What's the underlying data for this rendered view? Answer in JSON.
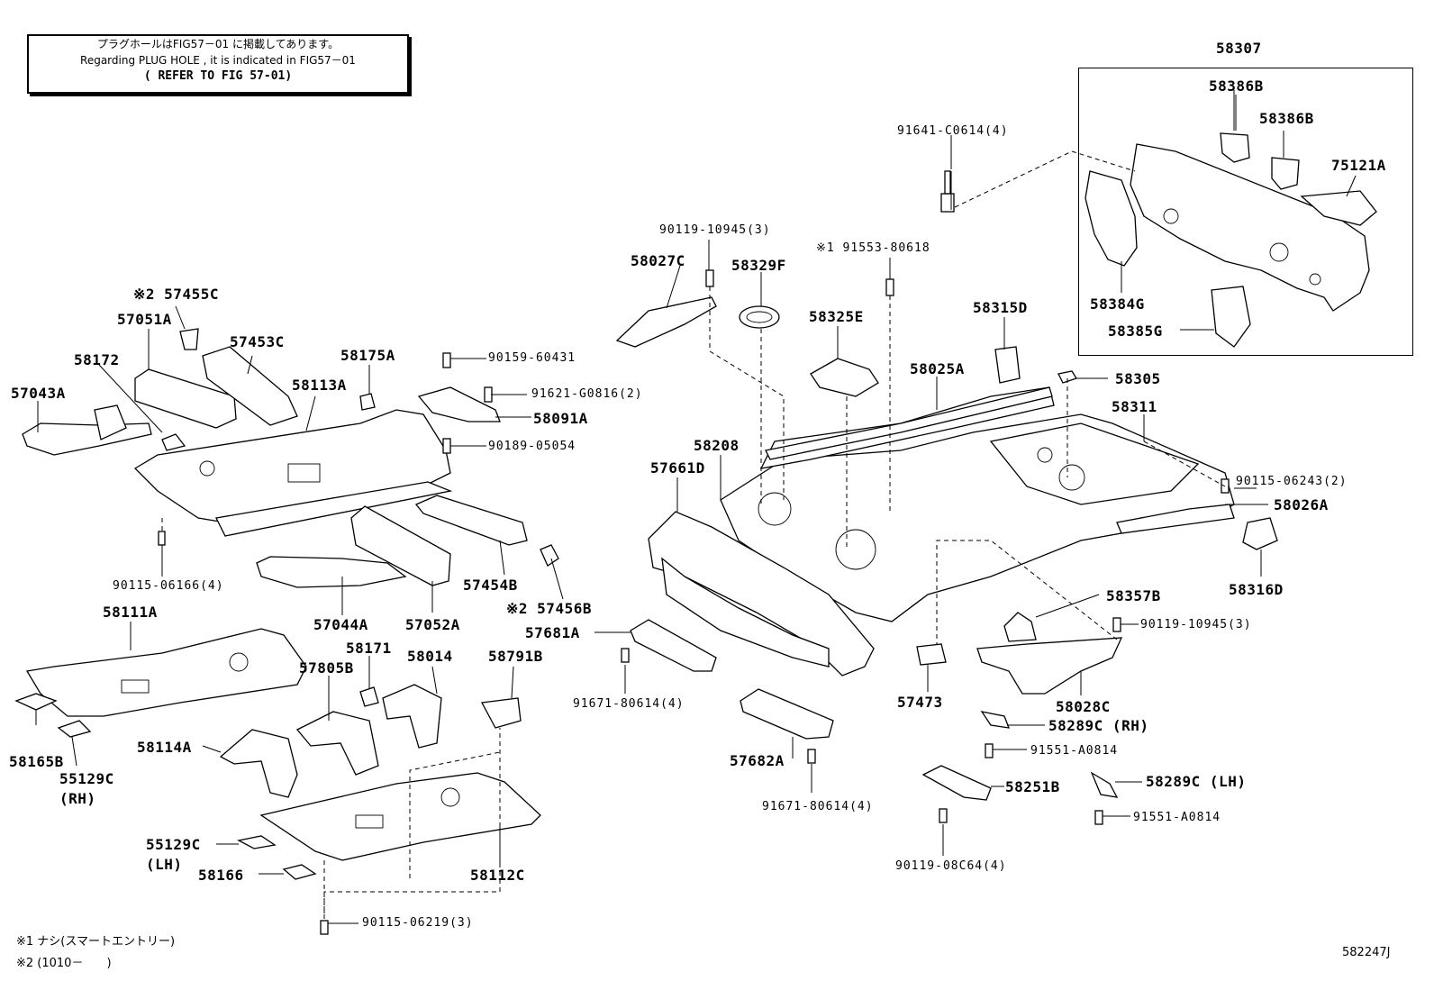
{
  "note": {
    "line1": "プラグホールはFIG57－01 に掲載してあります。",
    "line2": "Regarding PLUG HOLE , it is indicated in FIG57－01",
    "line3": "( REFER TO FIG 57-01)"
  },
  "labels": [
    {
      "id": "58307",
      "text": "58307",
      "size": "lg"
    },
    {
      "id": "58386B_a",
      "text": "58386B",
      "size": "lg"
    },
    {
      "id": "58386B_b",
      "text": "58386B",
      "size": "lg"
    },
    {
      "id": "75121A",
      "text": "75121A",
      "size": "lg"
    },
    {
      "id": "58384G",
      "text": "58384G",
      "size": "lg"
    },
    {
      "id": "58385G",
      "text": "58385G",
      "size": "lg"
    },
    {
      "id": "91641",
      "text": "91641-C0614(4)",
      "size": "sm"
    },
    {
      "id": "90119_a",
      "text": "90119-10945(3)",
      "size": "sm"
    },
    {
      "id": "91553",
      "text": "※1 91553-80618",
      "size": "sm"
    },
    {
      "id": "58027C",
      "text": "58027C",
      "size": "lg"
    },
    {
      "id": "58329F",
      "text": "58329F",
      "size": "lg"
    },
    {
      "id": "58325E",
      "text": "58325E",
      "size": "lg"
    },
    {
      "id": "58315D",
      "text": "58315D",
      "size": "lg"
    },
    {
      "id": "58025A",
      "text": "58025A",
      "size": "lg"
    },
    {
      "id": "58305",
      "text": "58305",
      "size": "lg"
    },
    {
      "id": "58311",
      "text": "58311",
      "size": "lg"
    },
    {
      "id": "90115_r",
      "text": "90115-06243(2)",
      "size": "sm"
    },
    {
      "id": "58026A",
      "text": "58026A",
      "size": "lg"
    },
    {
      "id": "58316D",
      "text": "58316D",
      "size": "lg"
    },
    {
      "id": "58208",
      "text": "58208",
      "size": "lg"
    },
    {
      "id": "57661D",
      "text": "57661D",
      "size": "lg"
    },
    {
      "id": "57455C",
      "text": "※2 57455C",
      "size": "lg"
    },
    {
      "id": "57051A",
      "text": "57051A",
      "size": "lg"
    },
    {
      "id": "57453C",
      "text": "57453C",
      "size": "lg"
    },
    {
      "id": "58172",
      "text": "58172",
      "size": "lg"
    },
    {
      "id": "58175A",
      "text": "58175A",
      "size": "lg"
    },
    {
      "id": "90159",
      "text": "90159-60431",
      "size": "sm"
    },
    {
      "id": "57043A",
      "text": "57043A",
      "size": "lg"
    },
    {
      "id": "58113A",
      "text": "58113A",
      "size": "lg"
    },
    {
      "id": "91621",
      "text": "91621-G0816(2)",
      "size": "sm"
    },
    {
      "id": "58091A",
      "text": "58091A",
      "size": "lg"
    },
    {
      "id": "90189",
      "text": "90189-05054",
      "size": "sm"
    },
    {
      "id": "90115_l",
      "text": "90115-06166(4)",
      "size": "sm"
    },
    {
      "id": "57454B",
      "text": "57454B",
      "size": "lg"
    },
    {
      "id": "57456B",
      "text": "※2 57456B",
      "size": "lg"
    },
    {
      "id": "57044A",
      "text": "57044A",
      "size": "lg"
    },
    {
      "id": "57052A",
      "text": "57052A",
      "size": "lg"
    },
    {
      "id": "58111A",
      "text": "58111A",
      "size": "lg"
    },
    {
      "id": "57681A",
      "text": "57681A",
      "size": "lg"
    },
    {
      "id": "58171",
      "text": "58171",
      "size": "lg"
    },
    {
      "id": "58014",
      "text": "58014",
      "size": "lg"
    },
    {
      "id": "58791B",
      "text": "58791B",
      "size": "lg"
    },
    {
      "id": "57805B",
      "text": "57805B",
      "size": "lg"
    },
    {
      "id": "91671_a",
      "text": "91671-80614(4)",
      "size": "sm"
    },
    {
      "id": "58357B",
      "text": "58357B",
      "size": "lg"
    },
    {
      "id": "90119_b",
      "text": "90119-10945(3)",
      "size": "sm"
    },
    {
      "id": "57473",
      "text": "57473",
      "size": "lg"
    },
    {
      "id": "58028C",
      "text": "58028C",
      "size": "lg"
    },
    {
      "id": "58289C_rh",
      "text": "58289C (RH)",
      "size": "lg"
    },
    {
      "id": "91551_a",
      "text": "91551-A0814",
      "size": "sm"
    },
    {
      "id": "58165B",
      "text": "58165B",
      "size": "lg"
    },
    {
      "id": "55129C_rh",
      "text": "55129C",
      "size": "lg"
    },
    {
      "id": "rh",
      "text": "(RH)",
      "size": "lg"
    },
    {
      "id": "58114A",
      "text": "58114A",
      "size": "lg"
    },
    {
      "id": "57682A",
      "text": "57682A",
      "size": "lg"
    },
    {
      "id": "58251B",
      "text": "58251B",
      "size": "lg"
    },
    {
      "id": "58289C_lh",
      "text": "58289C (LH)",
      "size": "lg"
    },
    {
      "id": "91671_b",
      "text": "91671-80614(4)",
      "size": "sm"
    },
    {
      "id": "91551_b",
      "text": "91551-A0814",
      "size": "sm"
    },
    {
      "id": "55129C_lh",
      "text": "55129C",
      "size": "lg"
    },
    {
      "id": "lh",
      "text": "(LH)",
      "size": "lg"
    },
    {
      "id": "58166",
      "text": "58166",
      "size": "lg"
    },
    {
      "id": "58112C",
      "text": "58112C",
      "size": "lg"
    },
    {
      "id": "90119_c",
      "text": "90119-08C64(4)",
      "size": "sm"
    },
    {
      "id": "90115_b",
      "text": "90115-06219(3)",
      "size": "sm"
    }
  ],
  "footnotes": {
    "n1": "※1 ナシ(スマートエントリー)",
    "n2": "※2 (1010－　　)"
  },
  "figure_code": "582247J"
}
